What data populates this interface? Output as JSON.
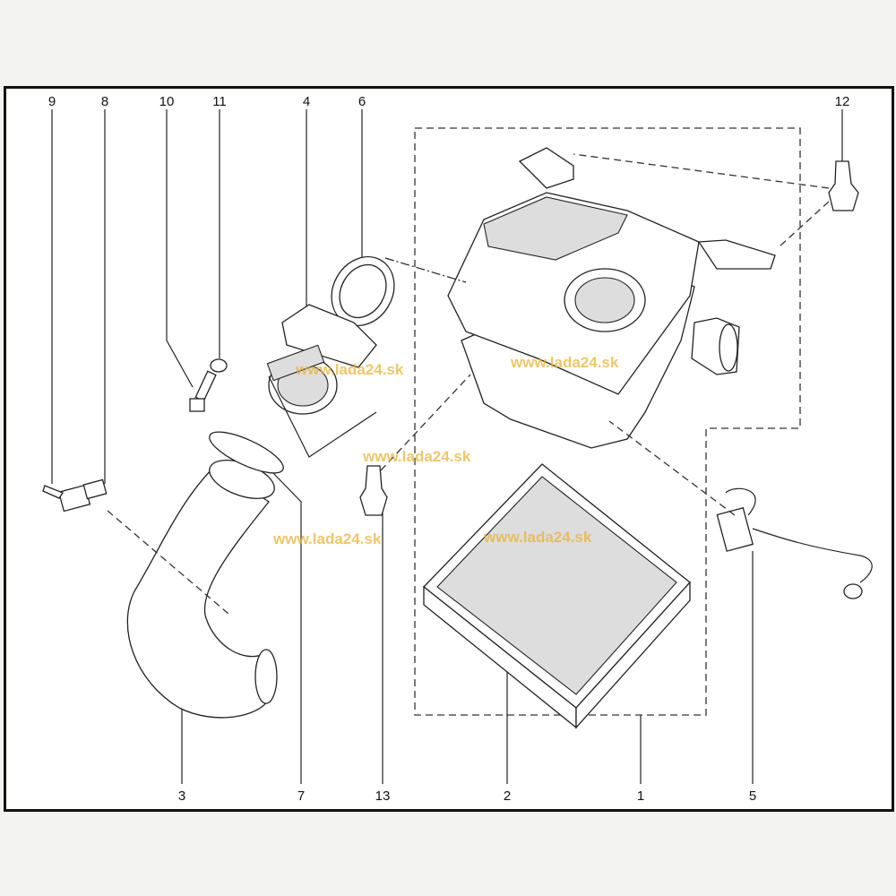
{
  "diagram": {
    "callouts_top": [
      "9",
      "8",
      "10",
      "11",
      "4",
      "6",
      "12"
    ],
    "callouts_bottom": [
      "3",
      "7",
      "13",
      "2",
      "1",
      "5"
    ],
    "watermarks": [
      "www.lada24.sk",
      "www.lada24.sk",
      "www.lada24.sk",
      "www.lada24.sk",
      "www.lada24.sk"
    ],
    "watermark_color": "#e8b43a"
  }
}
